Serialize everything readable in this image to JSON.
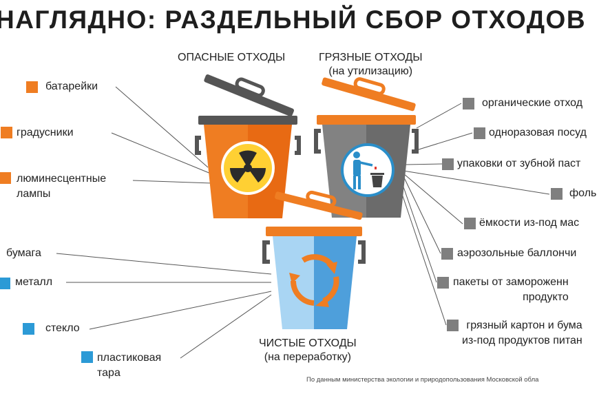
{
  "title": "НАГЛЯДНО: РАЗДЕЛЬНЫЙ СБОР ОТХОДОВ",
  "colors": {
    "hazardous": "#ef7d22",
    "dirty": "#7f7f7f",
    "clean": "#2c9ad6"
  },
  "categories": {
    "hazardous": {
      "line1": "ОПАСНЫЕ ОТХОДЫ",
      "icon": "radiation-icon"
    },
    "dirty": {
      "line1": "ГРЯЗНЫЕ ОТХОДЫ",
      "line2": "(на утилизацию)",
      "icon": "person-trash-icon"
    },
    "clean": {
      "line1": "ЧИСТЫЕ ОТХОДЫ",
      "line2": "(на переработку)",
      "icon": "recycle-icon"
    }
  },
  "hazardous_items": [
    {
      "line1": "батарейки"
    },
    {
      "line1": "градусники"
    },
    {
      "line1": "люминесцентные",
      "line2": "лампы"
    }
  ],
  "clean_items": [
    {
      "line1": "бумага"
    },
    {
      "line1": "металл"
    },
    {
      "line1": "стекло"
    },
    {
      "line1": "пластиковая",
      "line2": "тара"
    }
  ],
  "dirty_items": [
    {
      "line1": "органические отход"
    },
    {
      "line1": "одноразовая посуд"
    },
    {
      "line1": "упаковки от зубной паст"
    },
    {
      "line1": "фоль"
    },
    {
      "line1": "ёмкости из-под мас"
    },
    {
      "line1": "аэрозольные баллончи"
    },
    {
      "line1": "пакеты от замороженн",
      "line2": "продукто"
    },
    {
      "line1": "грязный картон и бума",
      "line2": "из-под продуктов питан"
    }
  ],
  "source": "По данным министерства экологии и природопользования Московской обла"
}
